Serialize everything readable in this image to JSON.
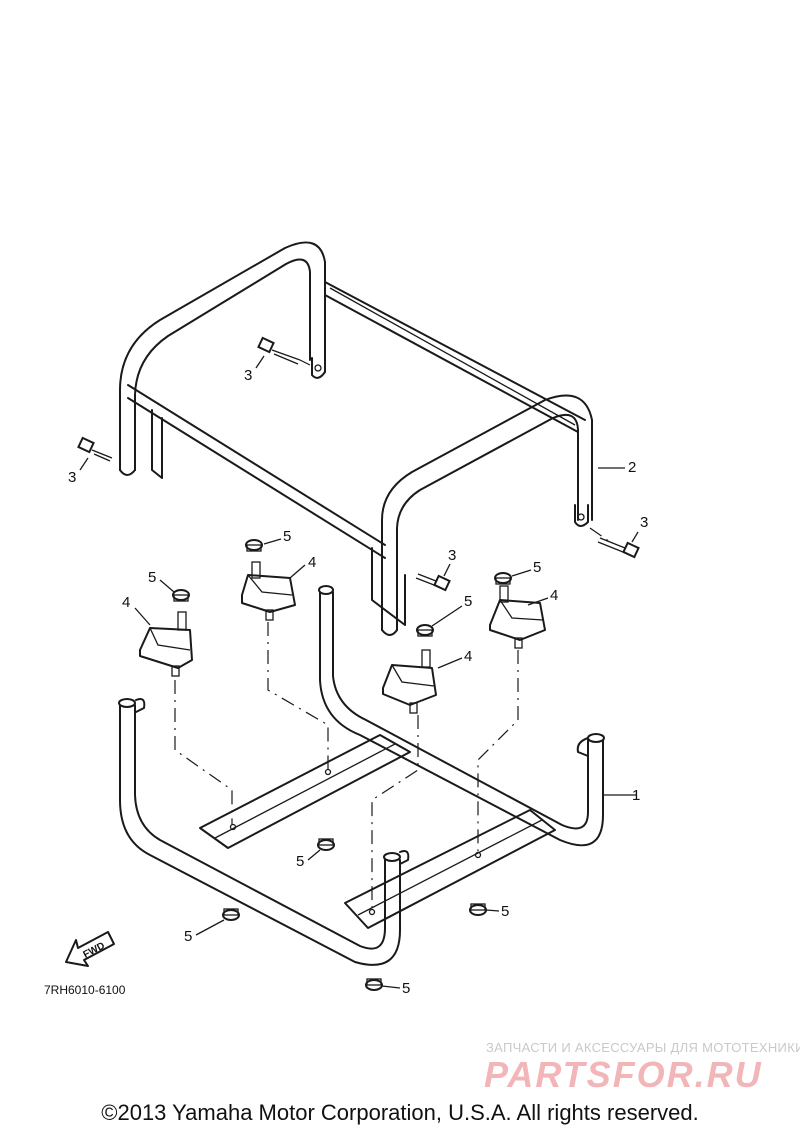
{
  "diagram": {
    "callouts": {
      "part_1": "1",
      "part_2": "2",
      "part_3": "3",
      "part_4": "4",
      "part_5": "5"
    },
    "fwd_label": "FWD",
    "drawing_code": "7RH6010-6100"
  },
  "watermark": {
    "tagline": "ЗАПЧАСТИ И АКСЕССУАРЫ ДЛЯ МОТОТЕХНИКИ",
    "logo": "PARTSFOR.RU"
  },
  "footer": {
    "copyright": "©2013 Yamaha Motor Corporation, U.S.A. All rights reserved."
  }
}
